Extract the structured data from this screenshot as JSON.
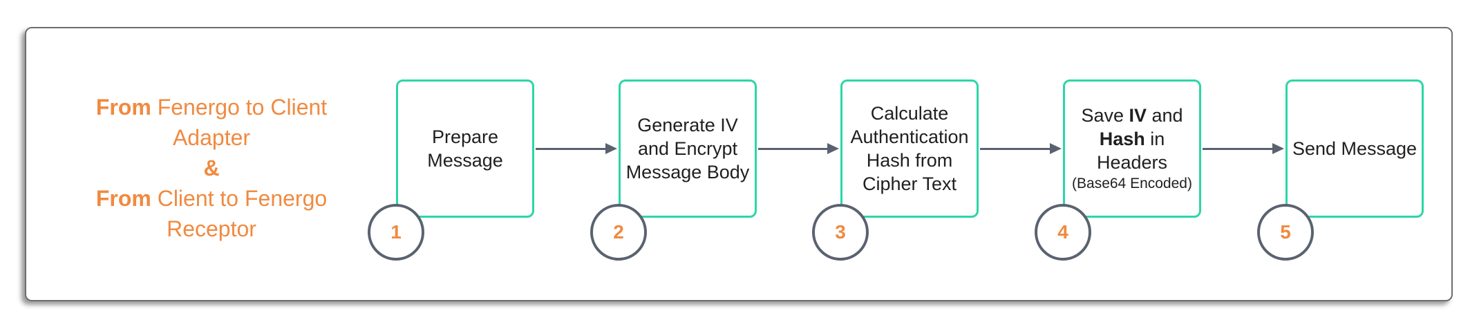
{
  "colors": {
    "accent_orange": "#F08A40",
    "box_border_teal": "#2CD6A6",
    "arrow_gray": "#5A6270",
    "text": "#202020",
    "background": "#ffffff"
  },
  "legend": {
    "line1": {
      "bold": "From",
      "rest": " Fenergo to Client Adapter"
    },
    "line2": {
      "bold": "&",
      "rest": ""
    },
    "line3": {
      "bold": "From",
      "rest": " Client to Fenergo Receptor"
    }
  },
  "steps": [
    {
      "number": "1",
      "lines": [
        {
          "segments": [
            {
              "t": "Prepare",
              "b": false
            }
          ]
        },
        {
          "segments": [
            {
              "t": "Message",
              "b": false
            }
          ]
        }
      ]
    },
    {
      "number": "2",
      "lines": [
        {
          "segments": [
            {
              "t": "Generate IV",
              "b": false
            }
          ]
        },
        {
          "segments": [
            {
              "t": "and Encrypt",
              "b": false
            }
          ]
        },
        {
          "segments": [
            {
              "t": "Message Body",
              "b": false
            }
          ]
        }
      ]
    },
    {
      "number": "3",
      "lines": [
        {
          "segments": [
            {
              "t": "Calculate",
              "b": false
            }
          ]
        },
        {
          "segments": [
            {
              "t": "Authentication",
              "b": false
            }
          ]
        },
        {
          "segments": [
            {
              "t": "Hash from",
              "b": false
            }
          ]
        },
        {
          "segments": [
            {
              "t": "Cipher Text",
              "b": false
            }
          ]
        }
      ]
    },
    {
      "number": "4",
      "lines": [
        {
          "segments": [
            {
              "t": "Save ",
              "b": false
            },
            {
              "t": "IV",
              "b": true
            },
            {
              "t": " and",
              "b": false
            }
          ]
        },
        {
          "segments": [
            {
              "t": "Hash",
              "b": true
            },
            {
              "t": " in",
              "b": false
            }
          ]
        },
        {
          "segments": [
            {
              "t": "Headers",
              "b": false
            }
          ]
        },
        {
          "segments": [
            {
              "t": "(Base64 Encoded)",
              "b": false
            }
          ],
          "small": true
        }
      ]
    },
    {
      "number": "5",
      "lines": [
        {
          "segments": [
            {
              "t": "Send Message",
              "b": false
            }
          ]
        }
      ]
    }
  ]
}
